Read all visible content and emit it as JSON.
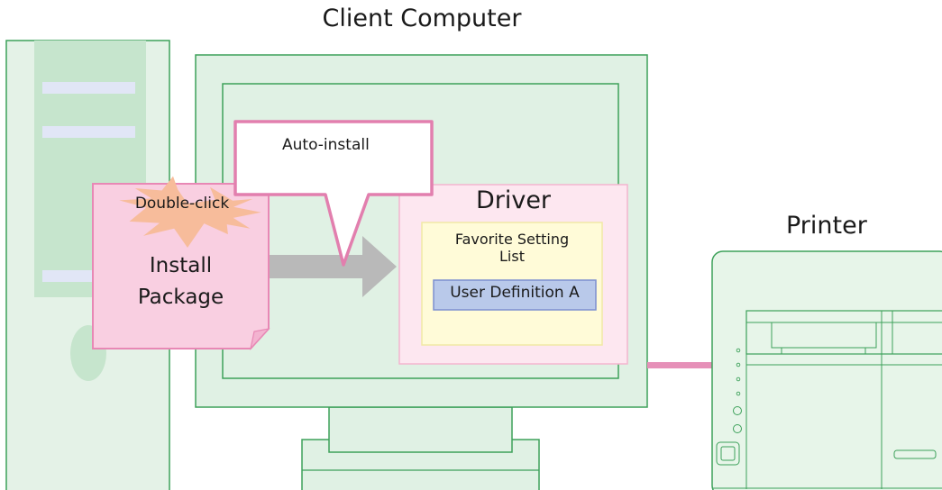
{
  "title": "Client Computer",
  "printer_label": "Printer",
  "callout_text": "Auto-install",
  "starburst_text": "Double-click",
  "package": {
    "line1": "Install",
    "line2": "Package"
  },
  "driver": {
    "title": "Driver",
    "list_line1": "Favorite Setting",
    "list_line2": "List",
    "item": "User Definition A"
  },
  "colors": {
    "tower_green": "#e4f2e7",
    "tower_panel": "#c6e5cd",
    "monitor_border": "#3da15a",
    "monitor_fill": "#e0f1e4",
    "pink_fill": "#f9cfe1",
    "pink_border": "#e888b5",
    "callout_border": "#e27fae",
    "starburst": "#f7bc9b",
    "driver_fill": "#fde7f0",
    "list_fill": "#fffbd8",
    "list_border": "#f1e9a6",
    "item_fill": "#b9c9ea",
    "item_border": "#7d8fd0",
    "arrow": "#b9b9b9",
    "cable": "#e690b8",
    "printer_fill": "#e7f5e9"
  }
}
